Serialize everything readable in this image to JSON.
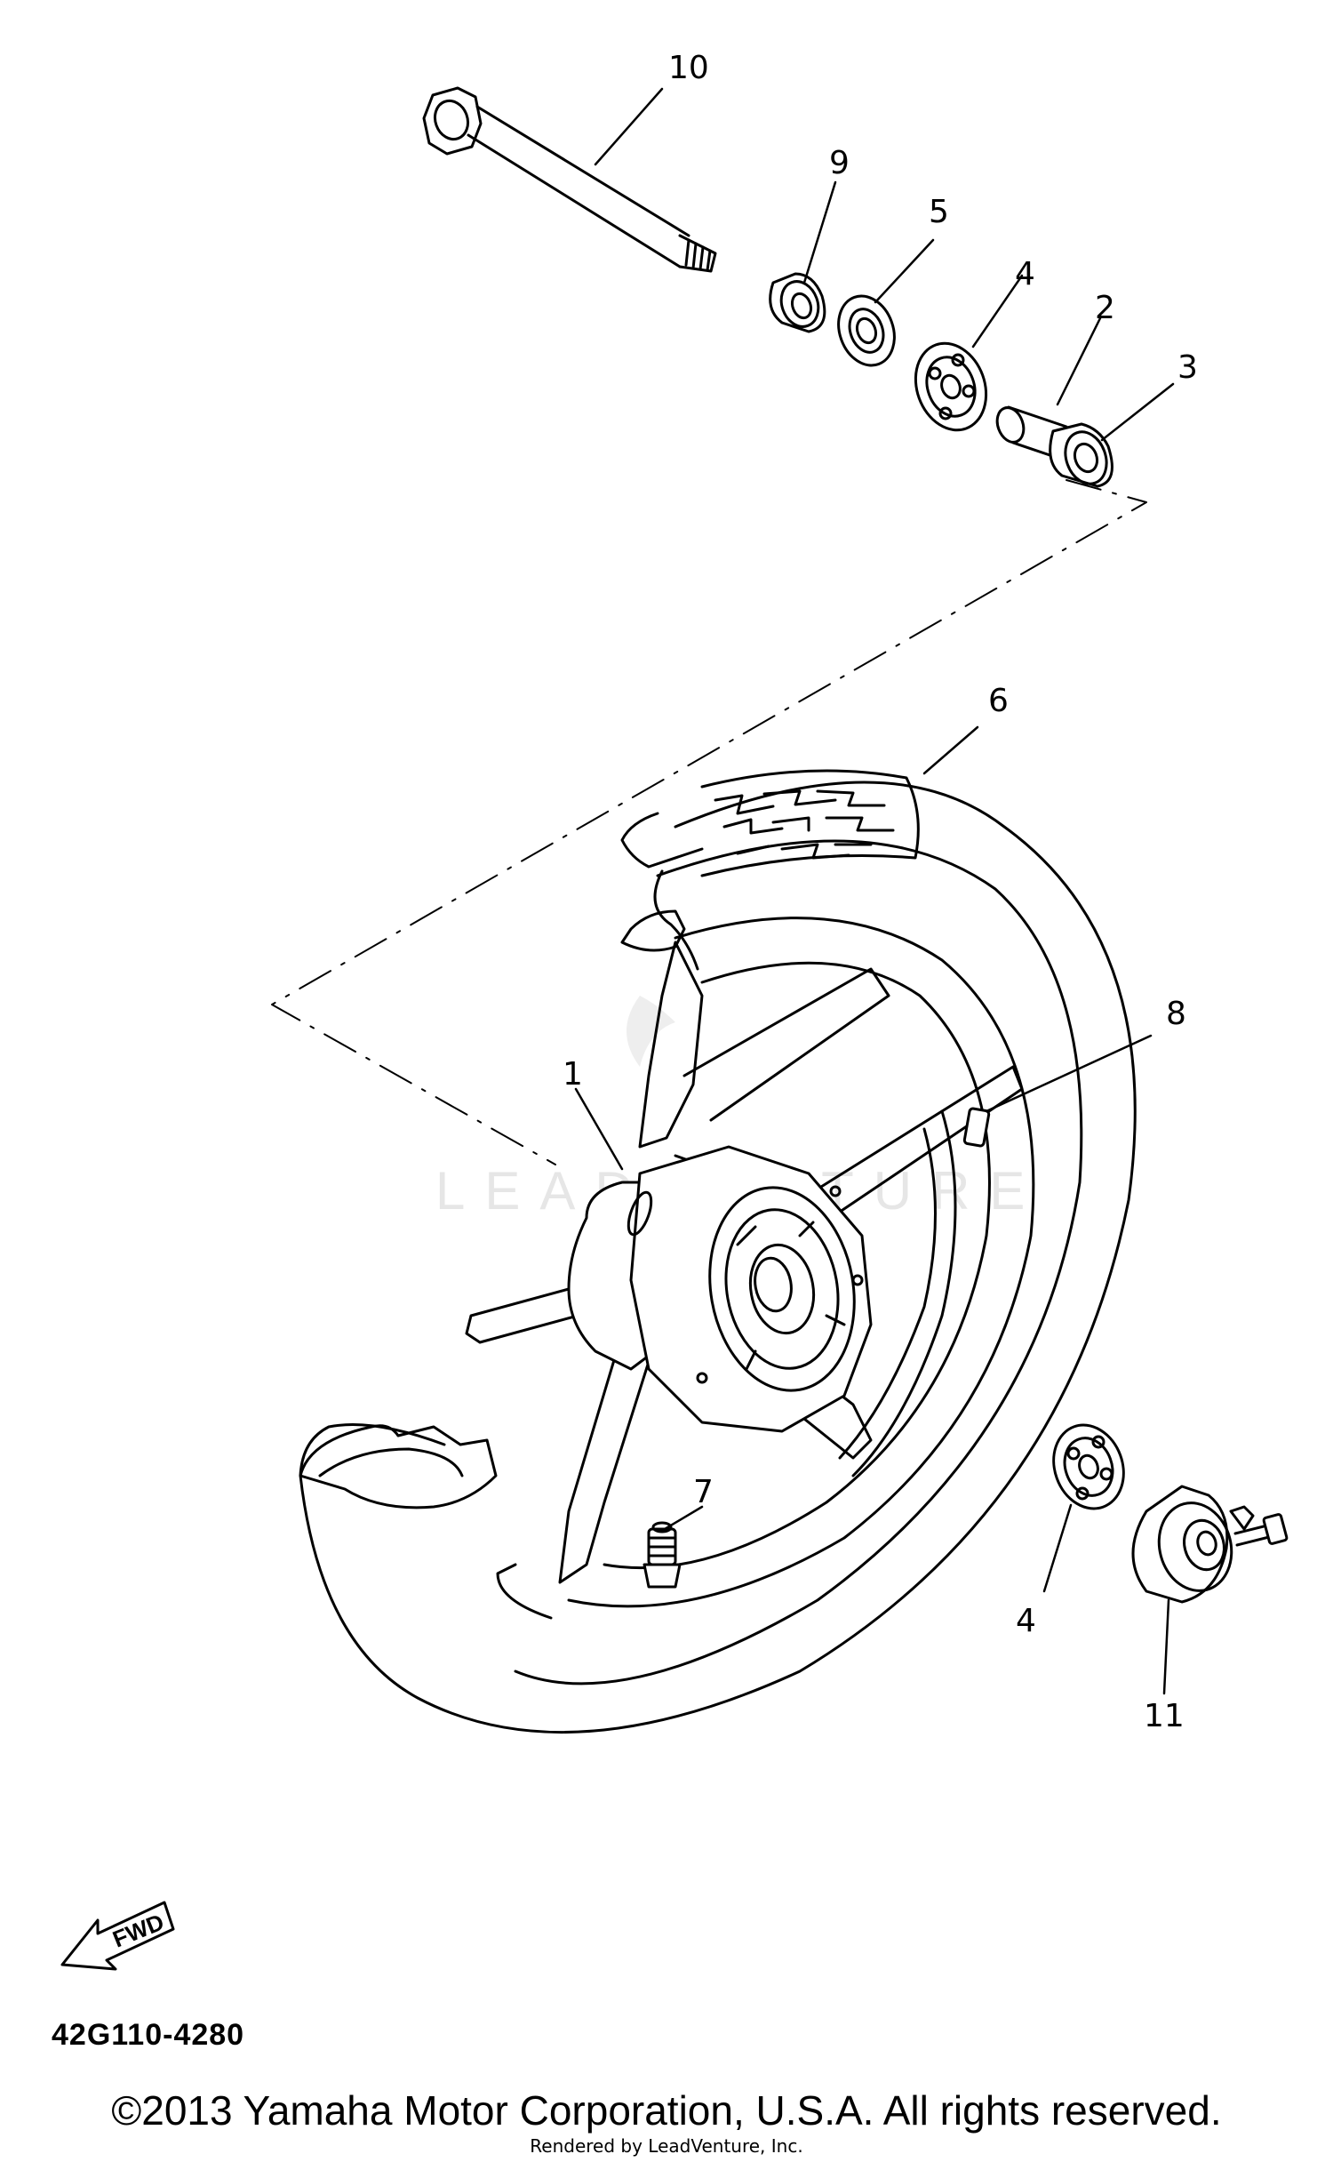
{
  "diagram": {
    "watermark_text": "LEADVENTURE",
    "fwd_label": "FWD",
    "diagram_code": "42G110-4280",
    "copyright": "©2013 Yamaha Motor Corporation, U.S.A. All rights reserved.",
    "rendered_by": "Rendered by LeadVenture, Inc.",
    "callouts": {
      "c10": "10",
      "c9": "9",
      "c5": "5",
      "c4a": "4",
      "c2": "2",
      "c3": "3",
      "c6": "6",
      "c8": "8",
      "c1": "1",
      "c7": "7",
      "c4b": "4",
      "c11": "11"
    },
    "colors": {
      "line": "#000000",
      "background": "#ffffff",
      "watermark": "#e6e6e6"
    }
  }
}
